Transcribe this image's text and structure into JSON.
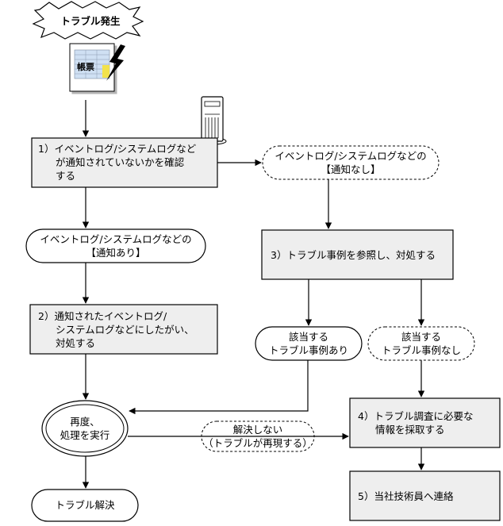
{
  "trouble_start": "トラブル発生",
  "form_label": "帳票",
  "step1": {
    "line1": "1）イベントログ/システムログなど",
    "line2": "が通知されていないかを確認",
    "line3": "する"
  },
  "no_notification": {
    "line1": "イベントログ/システムログなどの",
    "line2": "【通知なし】"
  },
  "with_notification": {
    "line1": "イベントログ/システムログなどの",
    "line2": "【通知あり】"
  },
  "step3": "3）トラブル事例を参照し、対処する",
  "step2": {
    "line1": "2）通知されたイベントログ/",
    "line2": "システムログなどにしたがい、",
    "line3": "対処する"
  },
  "case_found": {
    "line1": "該当する",
    "line2": "トラブル事例あり"
  },
  "case_not_found": {
    "line1": "該当する",
    "line2": "トラブル事例なし"
  },
  "retry": {
    "line1": "再度、",
    "line2": "処理を実行"
  },
  "unresolved": {
    "line1": "解決しない",
    "line2": "（トラブルが再現する）"
  },
  "step4": {
    "line1": "4）トラブル調査に必要な",
    "line2": "情報を採取する"
  },
  "step5": "5）当社技術員へ連絡",
  "resolved": "トラブル解決",
  "colors": {
    "box_fill": "#eeeeee",
    "line": "#000000",
    "highlight": "#f2e24c",
    "form_blue": "#cfe0f3"
  }
}
